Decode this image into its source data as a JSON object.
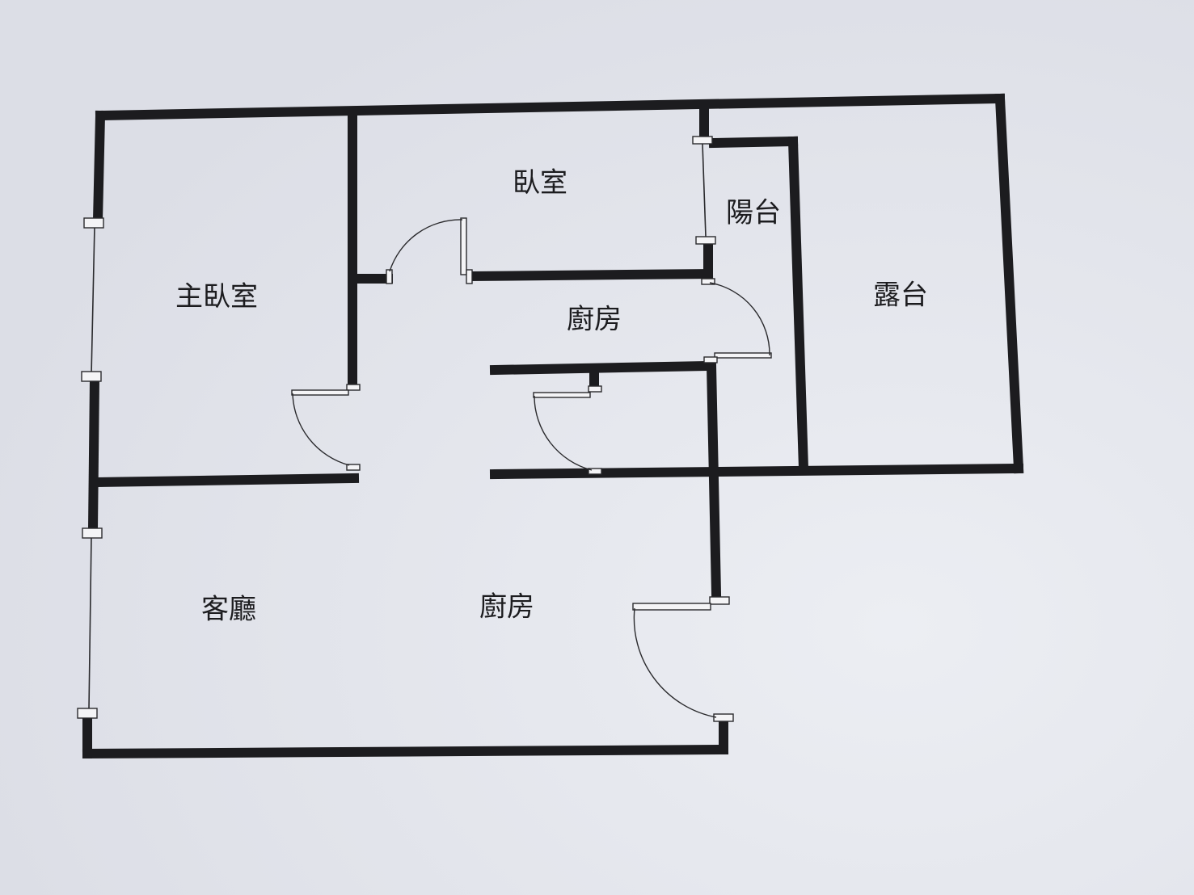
{
  "rooms": {
    "master_bedroom": "主臥室",
    "bedroom": "臥室",
    "balcony": "陽台",
    "terrace": "露台",
    "kitchen_upper": "廚房",
    "living_room": "客廳",
    "kitchen_lower": "廚房"
  },
  "colors": {
    "wall": "#1c1c1f",
    "paper": "#e4e6ed"
  }
}
